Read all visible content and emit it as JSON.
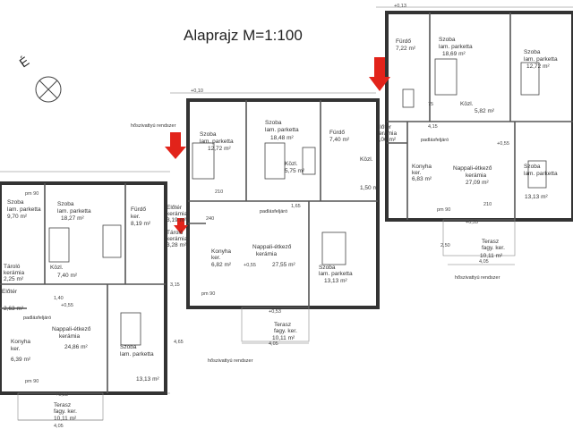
{
  "title": "Alaprajz  M=1:100",
  "north": "É",
  "rooms": [
    {
      "id": "r1",
      "lines": [
        "Fürdő",
        "7,22 m²"
      ]
    },
    {
      "id": "r2",
      "lines": [
        "Szoba",
        "lam. parketta",
        "18,69 m²"
      ]
    },
    {
      "id": "r3",
      "lines": [
        "Szoba",
        "lam. parketta",
        "12,72 m²"
      ]
    },
    {
      "id": "r4",
      "lines": [
        "Közl.",
        "5,82 m²"
      ]
    },
    {
      "id": "r5",
      "lines": [
        "Szoba",
        "lam. parketta",
        "12,72 m²"
      ]
    },
    {
      "id": "r6",
      "lines": [
        "Szoba",
        "lam. parketta",
        "18,48 m²"
      ]
    },
    {
      "id": "r7",
      "lines": [
        "Fürdő",
        "7,40 m²"
      ]
    },
    {
      "id": "r8",
      "lines": [
        "Előtér",
        "kerámia",
        "3,06 m²"
      ]
    },
    {
      "id": "r9",
      "lines": [
        "Konyha",
        "ker.",
        "6,83 m²"
      ]
    },
    {
      "id": "r10",
      "lines": [
        "Nappali-étkező",
        "kerámia",
        "27,09 m²"
      ]
    },
    {
      "id": "r11",
      "lines": [
        "Szoba",
        "lam. parketta",
        "13,13 m²"
      ]
    },
    {
      "id": "r12",
      "lines": [
        "Közl.",
        "5,75 m²"
      ]
    },
    {
      "id": "r13",
      "lines": [
        "Szoba",
        "lam. parketta",
        "9,70 m²"
      ]
    },
    {
      "id": "r14",
      "lines": [
        "Szoba",
        "lam. parketta",
        "18,27 m²"
      ]
    },
    {
      "id": "r15",
      "lines": [
        "Fürdő",
        "ker.",
        "8,19 m²"
      ]
    },
    {
      "id": "r16",
      "lines": [
        "Előtér",
        "kerámia",
        "3,19 m²"
      ]
    },
    {
      "id": "r17",
      "lines": [
        "Konyha",
        "ker.",
        "6,82 m²"
      ]
    },
    {
      "id": "r18",
      "lines": [
        "Nappali-étkező",
        "kerámia",
        "27,55 m²"
      ]
    },
    {
      "id": "r19",
      "lines": [
        "Szoba",
        "lam. parketta",
        "13,13 m²"
      ]
    },
    {
      "id": "r20",
      "lines": [
        "Közl.",
        "7,40 m²"
      ]
    },
    {
      "id": "r21",
      "lines": [
        "Előtér",
        "2,63 m²"
      ]
    },
    {
      "id": "r22",
      "lines": [
        "Nappali-étkező",
        "kerámia",
        "24,86 m²"
      ]
    },
    {
      "id": "r23",
      "lines": [
        "Konyha",
        "ker.",
        "6,39 m²"
      ]
    },
    {
      "id": "r24",
      "lines": [
        "Szoba",
        "lam. parketta",
        "13,13 m²"
      ]
    },
    {
      "id": "r25",
      "lines": [
        "Terasz",
        "fagy. ker.",
        "10,11 m²"
      ]
    },
    {
      "id": "r26",
      "lines": [
        "Terasz",
        "fagy. ker.",
        "10,11 m²"
      ]
    },
    {
      "id": "r27",
      "lines": [
        "Terasz",
        "fagy. ker.",
        "10,11 m²"
      ]
    },
    {
      "id": "r28",
      "lines": [
        "Tároló",
        "kerámia",
        "3,28 m²"
      ]
    },
    {
      "id": "r29",
      "lines": [
        "Tároló",
        "kerámia",
        "2,25 m²"
      ]
    },
    {
      "id": "r30",
      "lines": [
        "Közl.",
        "1,50 m²"
      ]
    }
  ],
  "notes": {
    "hoszivattyu1": "hőszivattyú rendszer",
    "hoszivattyu2": "hőszivattyú rendszer",
    "hoszivattyu3": "hőszivattyú rendszer",
    "padlas1": "padlásfeljáró",
    "padlas2": "padlásfeljáró",
    "padlas3": "padlásfeljáró"
  },
  "dims": {
    "d1": "+0,10",
    "d2": "+0,13",
    "d3": "+0,55",
    "d4": "+0,55",
    "d5": "+0,55",
    "d6": "+0,53",
    "d7": "+0,53",
    "d8": "+0,53",
    "d9": "4,05",
    "d10": "4,05",
    "d11": "4,05",
    "d12": "pm 90",
    "d13": "pm 90",
    "d14": "pm 90",
    "d15": "pm 90",
    "d16": "210",
    "d17": "210",
    "d18": "2,50",
    "d19": "4,15",
    "d20": "1,65",
    "d21": "4,65",
    "d22": "3,15",
    "d23": "1,40",
    "d24": "75",
    "d25": "240"
  }
}
